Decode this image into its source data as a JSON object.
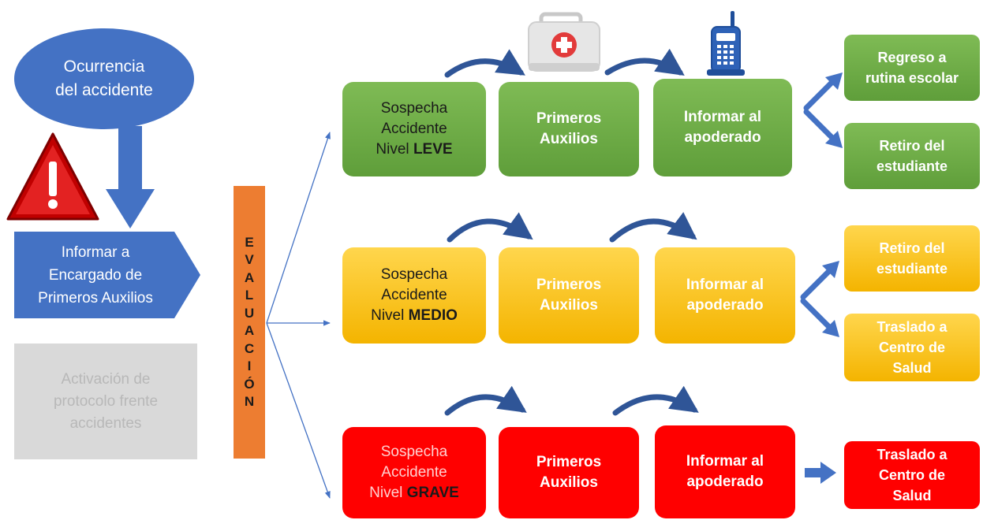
{
  "start": {
    "line1": "Ocurrencia",
    "line2": "del accidente"
  },
  "inform_manager": {
    "line1": "Informar a",
    "line2": "Encargado de",
    "line3": "Primeros Auxilios"
  },
  "protocol": {
    "line1": "Activación de",
    "line2": "protocolo frente",
    "line3": "accidentes"
  },
  "evaluation_letters": [
    "E",
    "V",
    "A",
    "L",
    "U",
    "A",
    "C",
    "I",
    "Ó",
    "N"
  ],
  "levels": [
    {
      "susp1": "Sospecha",
      "susp2": "Accidente",
      "nivel": "Nivel",
      "name": "LEVE",
      "first_aid1": "Primeros",
      "first_aid2": "Auxilios",
      "inform1": "Informar al",
      "inform2": "apoderado",
      "outcomes": [
        {
          "line1": "Regreso a",
          "line2": "rutina escolar"
        },
        {
          "line1": "Retiro del",
          "line2": "estudiante"
        }
      ]
    },
    {
      "susp1": "Sospecha",
      "susp2": "Accidente",
      "nivel": "Nivel",
      "name": "MEDIO",
      "first_aid1": "Primeros",
      "first_aid2": "Auxilios",
      "inform1": "Informar al",
      "inform2": "apoderado",
      "outcomes": [
        {
          "line1": "Retiro del",
          "line2": "estudiante"
        },
        {
          "line1": "Traslado a",
          "line2": "Centro de",
          "line3": "Salud"
        }
      ]
    },
    {
      "susp1": "Sospecha",
      "susp2": "Accidente",
      "nivel": "Nivel",
      "name": "GRAVE",
      "first_aid1": "Primeros",
      "first_aid2": "Auxilios",
      "inform1": "Informar al",
      "inform2": "apoderado",
      "outcomes": [
        {
          "line1": "Traslado a",
          "line2": "Centro de",
          "line3": "Salud"
        }
      ]
    }
  ],
  "colors": {
    "blue": "#4472c4",
    "green": "#70ad47",
    "yellow": "#ffc000",
    "red": "#ff0000",
    "orange": "#ed7d31",
    "grey": "#d9d9d9"
  },
  "icons": [
    "warning-icon",
    "first-aid-kit-icon",
    "phone-icon"
  ]
}
